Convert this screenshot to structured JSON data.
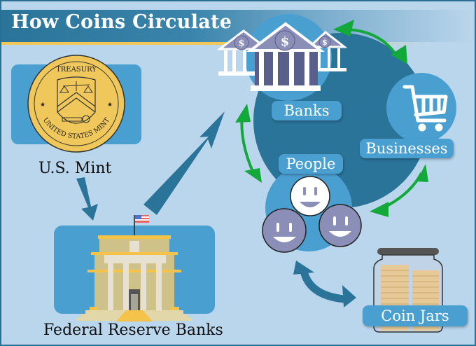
{
  "title": "How Coins Circulate",
  "nodes": {
    "mint": {
      "label": "U.S. Mint",
      "seal_top_text": "TREASURY",
      "seal_bottom_text": "UNITED STATES MINT"
    },
    "fed": {
      "label": "Federal Reserve Banks"
    },
    "banks": {
      "label": "Banks",
      "icon_symbol": "$"
    },
    "businesses": {
      "label": "Businesses"
    },
    "people": {
      "label": "People"
    },
    "coin_jars": {
      "label": "Coin Jars"
    }
  },
  "arrows": [
    {
      "from": "mint",
      "to": "fed",
      "style": "one-way",
      "color": "#2a7399"
    },
    {
      "from": "fed",
      "to": "banks",
      "style": "one-way",
      "color": "#2a7399"
    },
    {
      "from": "banks",
      "to": "businesses",
      "style": "two-way",
      "color": "#12a83a"
    },
    {
      "from": "banks",
      "to": "people",
      "style": "two-way",
      "color": "#12a83a"
    },
    {
      "from": "businesses",
      "to": "people",
      "style": "two-way",
      "color": "#12a83a"
    },
    {
      "from": "people",
      "to": "coin_jars",
      "style": "two-way",
      "color": "#2a7399"
    }
  ],
  "colors": {
    "background": "#bad6ec",
    "frame": "#2a6f94",
    "title_bar": "#2a7399",
    "accent_gold": "#f0c75a",
    "panel_blue": "#4a9fd1",
    "circle_dark": "#2a7399",
    "green_arrow": "#12a83a"
  }
}
